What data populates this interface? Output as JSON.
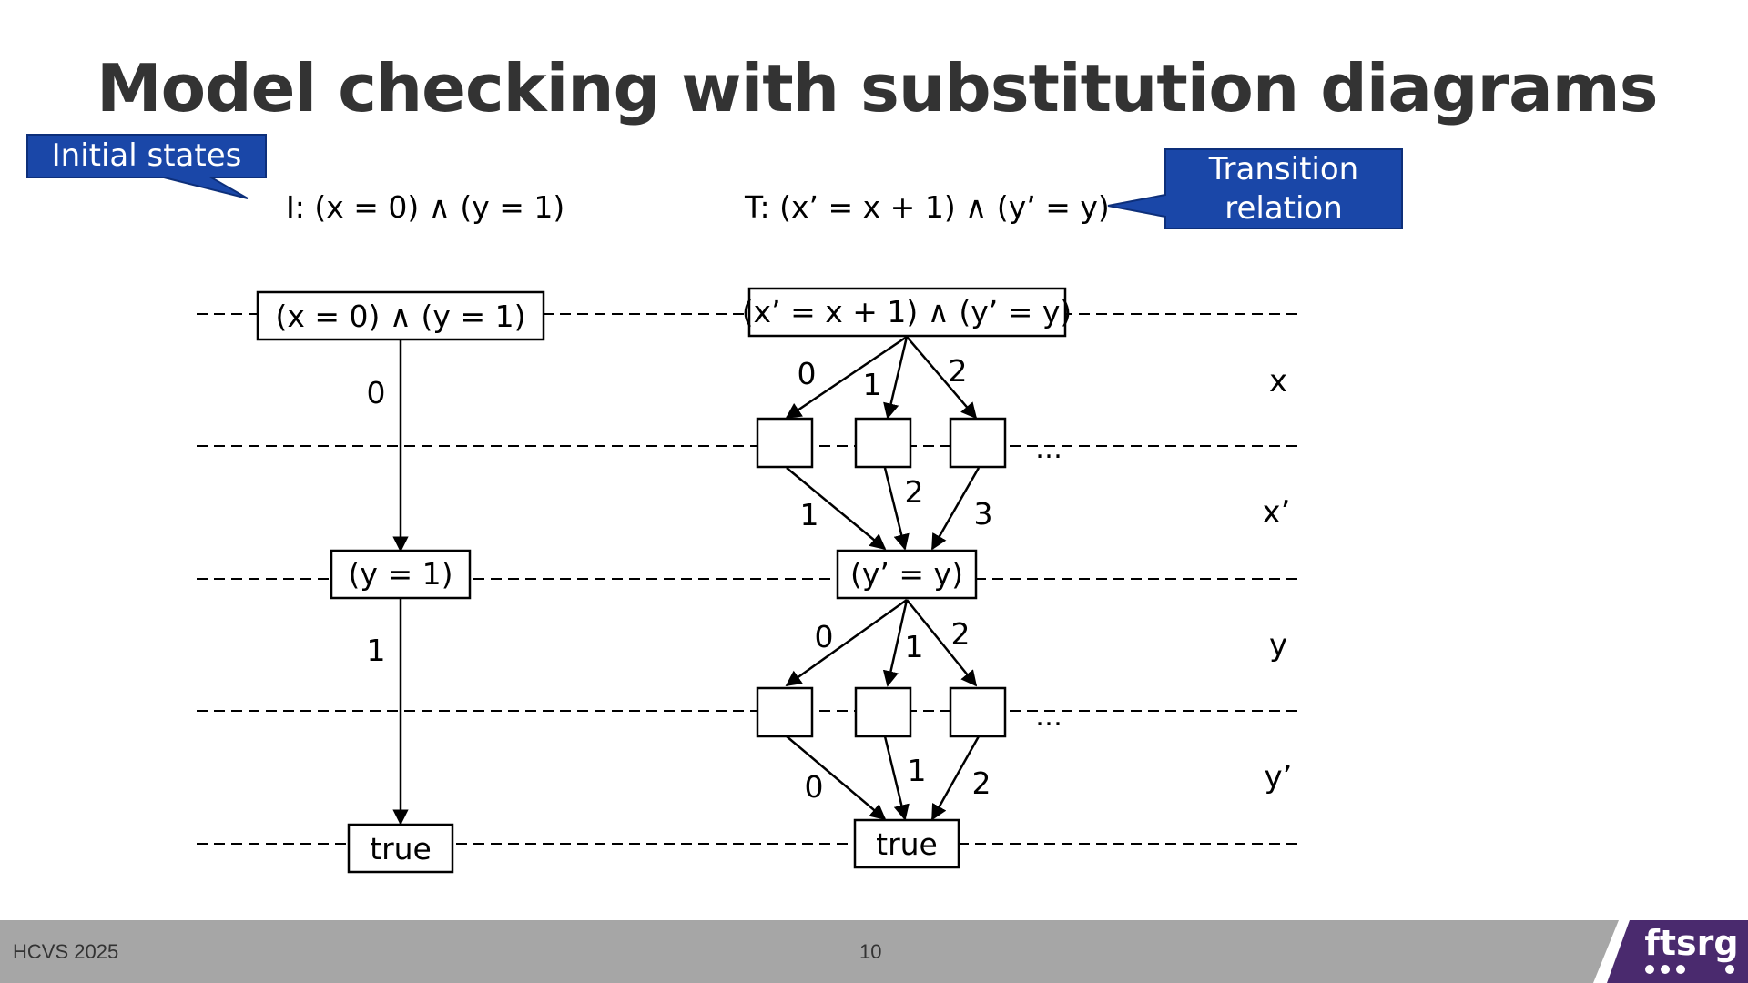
{
  "slide": {
    "title": "Model checking with substitution diagrams"
  },
  "callouts": {
    "initial_states": "Initial states",
    "transition_relation": [
      "Transition",
      "relation"
    ]
  },
  "formulas": {
    "initial": "I: (x = 0) ∧ (y = 1)",
    "transition": "T: (x’ = x + 1) ∧ (y’ = y)"
  },
  "left_diagram": {
    "root": "(x = 0) ∧ (y = 1)",
    "edge_0": "0",
    "mid": "(y = 1)",
    "edge_1": "1",
    "leaf": "true"
  },
  "right_diagram": {
    "root": "(x’ = x + 1) ∧ (y’ = y)",
    "x_edges": [
      "0",
      "1",
      "2"
    ],
    "xprime_edges": [
      "1",
      "2",
      "3"
    ],
    "mid": "(y’ = y)",
    "y_edges": [
      "0",
      "1",
      "2"
    ],
    "yprime_edges": [
      "0",
      "1",
      "2"
    ],
    "ellipsis": "…",
    "leaf": "true"
  },
  "variables": [
    "x",
    "x’",
    "y",
    "y’"
  ],
  "footer": {
    "left": "HCVS 2025",
    "page": "10",
    "logo": "ftsrg"
  },
  "colors": {
    "callout_fill": "#1a47a8",
    "footer_bg": "#a6a6a6",
    "title": "#333333"
  }
}
